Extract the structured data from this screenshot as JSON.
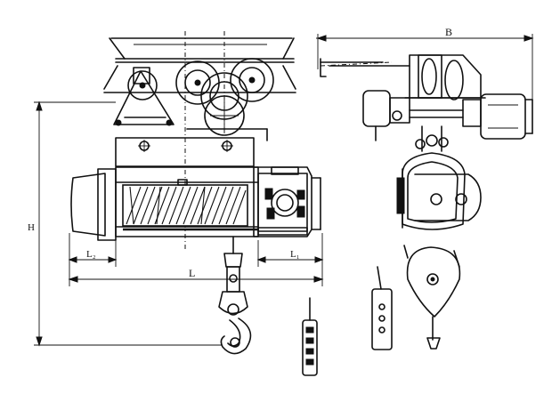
{
  "labels": {
    "H": "H",
    "B": "B",
    "L": "L",
    "L1": "L₁",
    "L2": "L₂"
  }
}
